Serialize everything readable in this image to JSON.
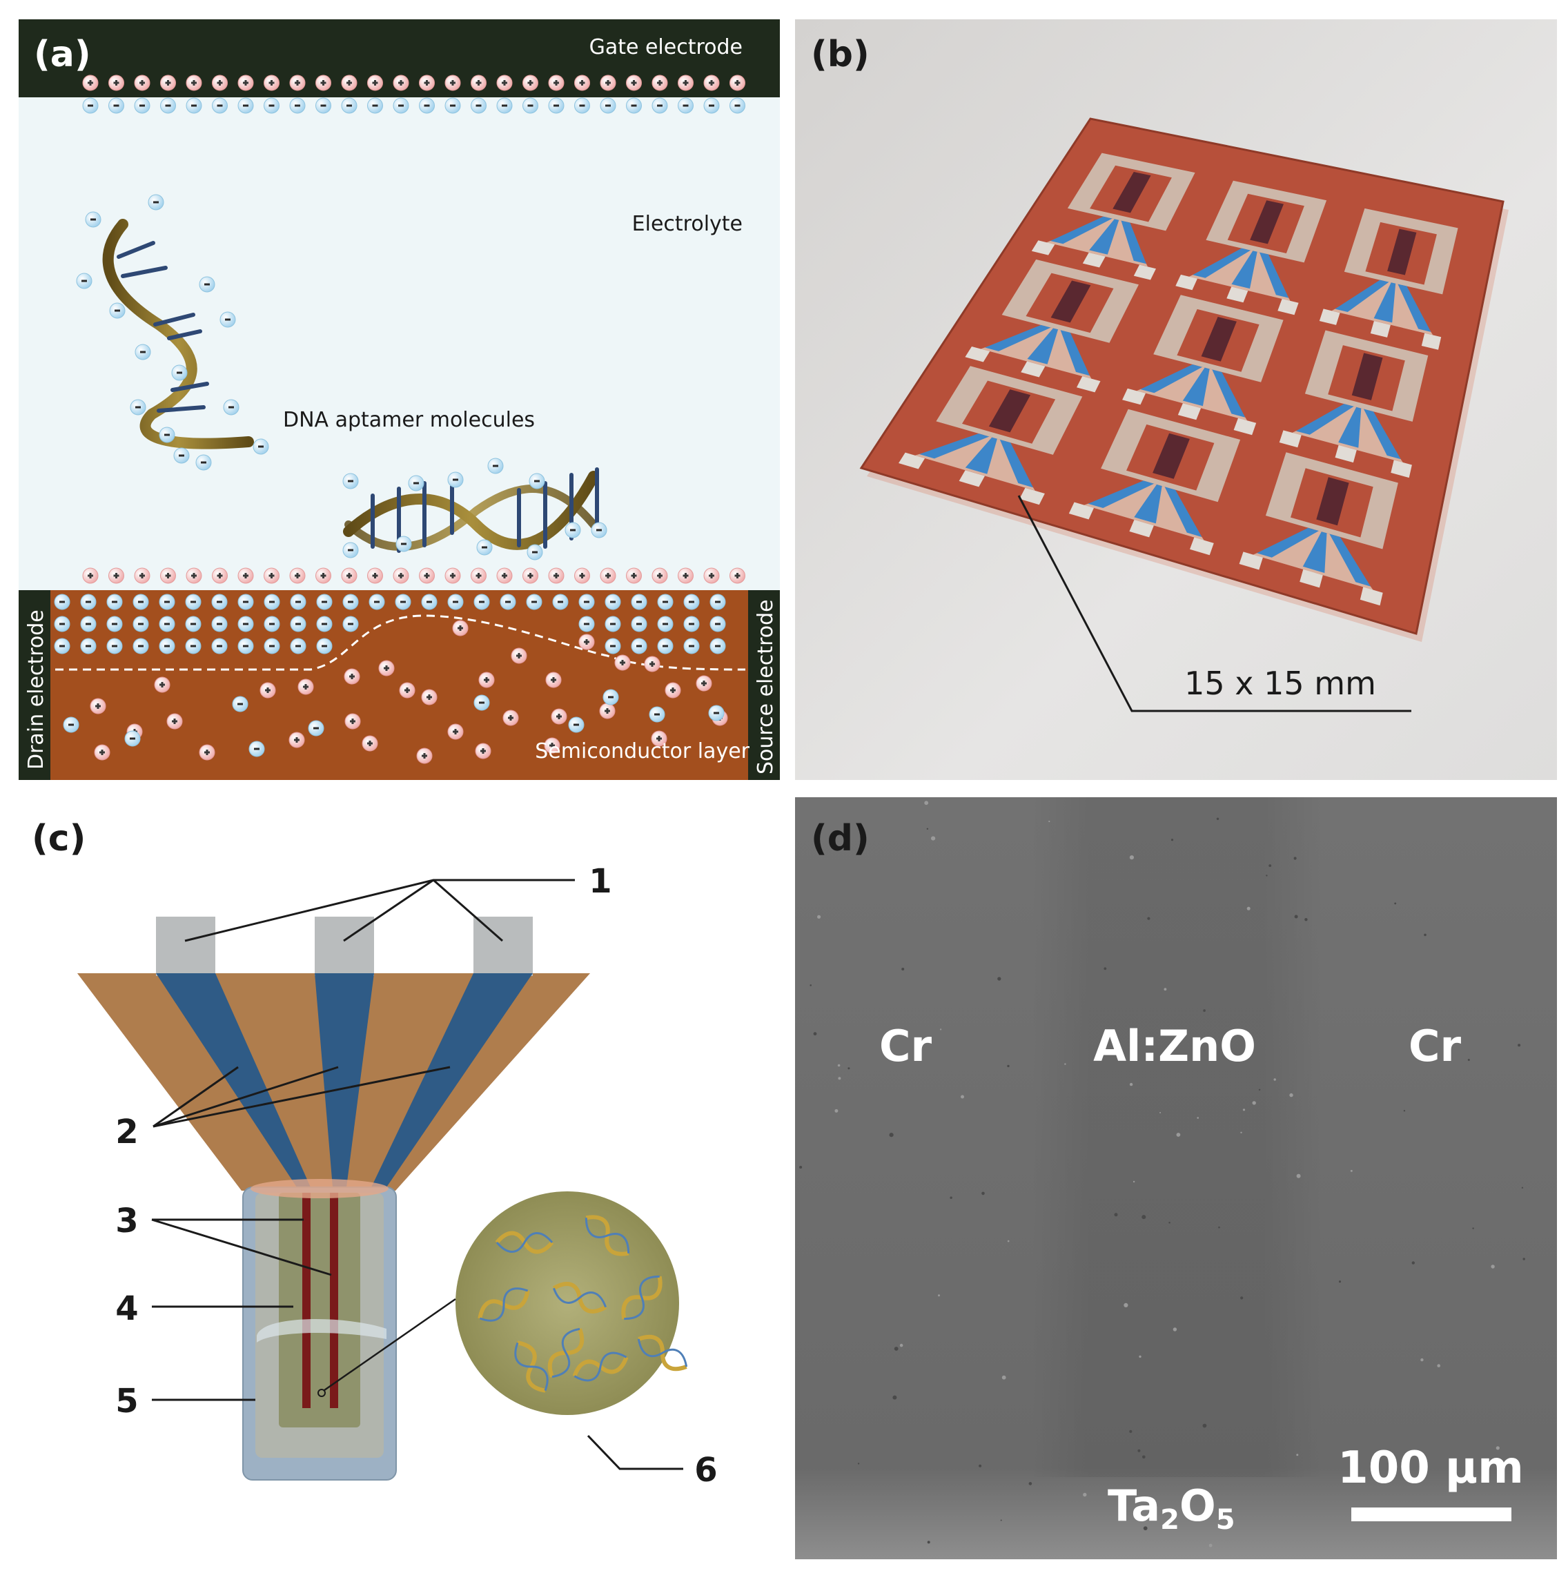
{
  "panel_a": {
    "label": "(a)",
    "gate": "Gate electrode",
    "electrolyte": "Electrolyte",
    "dna": "DNA aptamer molecules",
    "drain": "Drain electrode",
    "source": "Source electrode",
    "semiconductor": "Semiconductor layer"
  },
  "panel_b": {
    "label": "(b)",
    "scale": "15 x 15 mm"
  },
  "panel_c": {
    "label": "(c)",
    "callouts": [
      "1",
      "2",
      "3",
      "4",
      "5",
      "6"
    ]
  },
  "panel_d": {
    "label": "(d)",
    "cr_left": "Cr",
    "center": "Al:ZnO",
    "cr_right": "Cr",
    "oxide_main": "Ta",
    "oxide_sub1": "2",
    "oxide_o": "O",
    "oxide_sub2": "5",
    "scale": "100 µm"
  },
  "colors": {
    "gate": "#1f2a1c",
    "electrolyte": "#eef6f8",
    "semiconductor": "#a34f1e",
    "anion": "#bfe3f5",
    "cation": "#f3c8c8",
    "substrate": "#b7503a",
    "film": "#3d86c9",
    "gold": "#9a6b3b",
    "sem": "#7a7a7a"
  }
}
